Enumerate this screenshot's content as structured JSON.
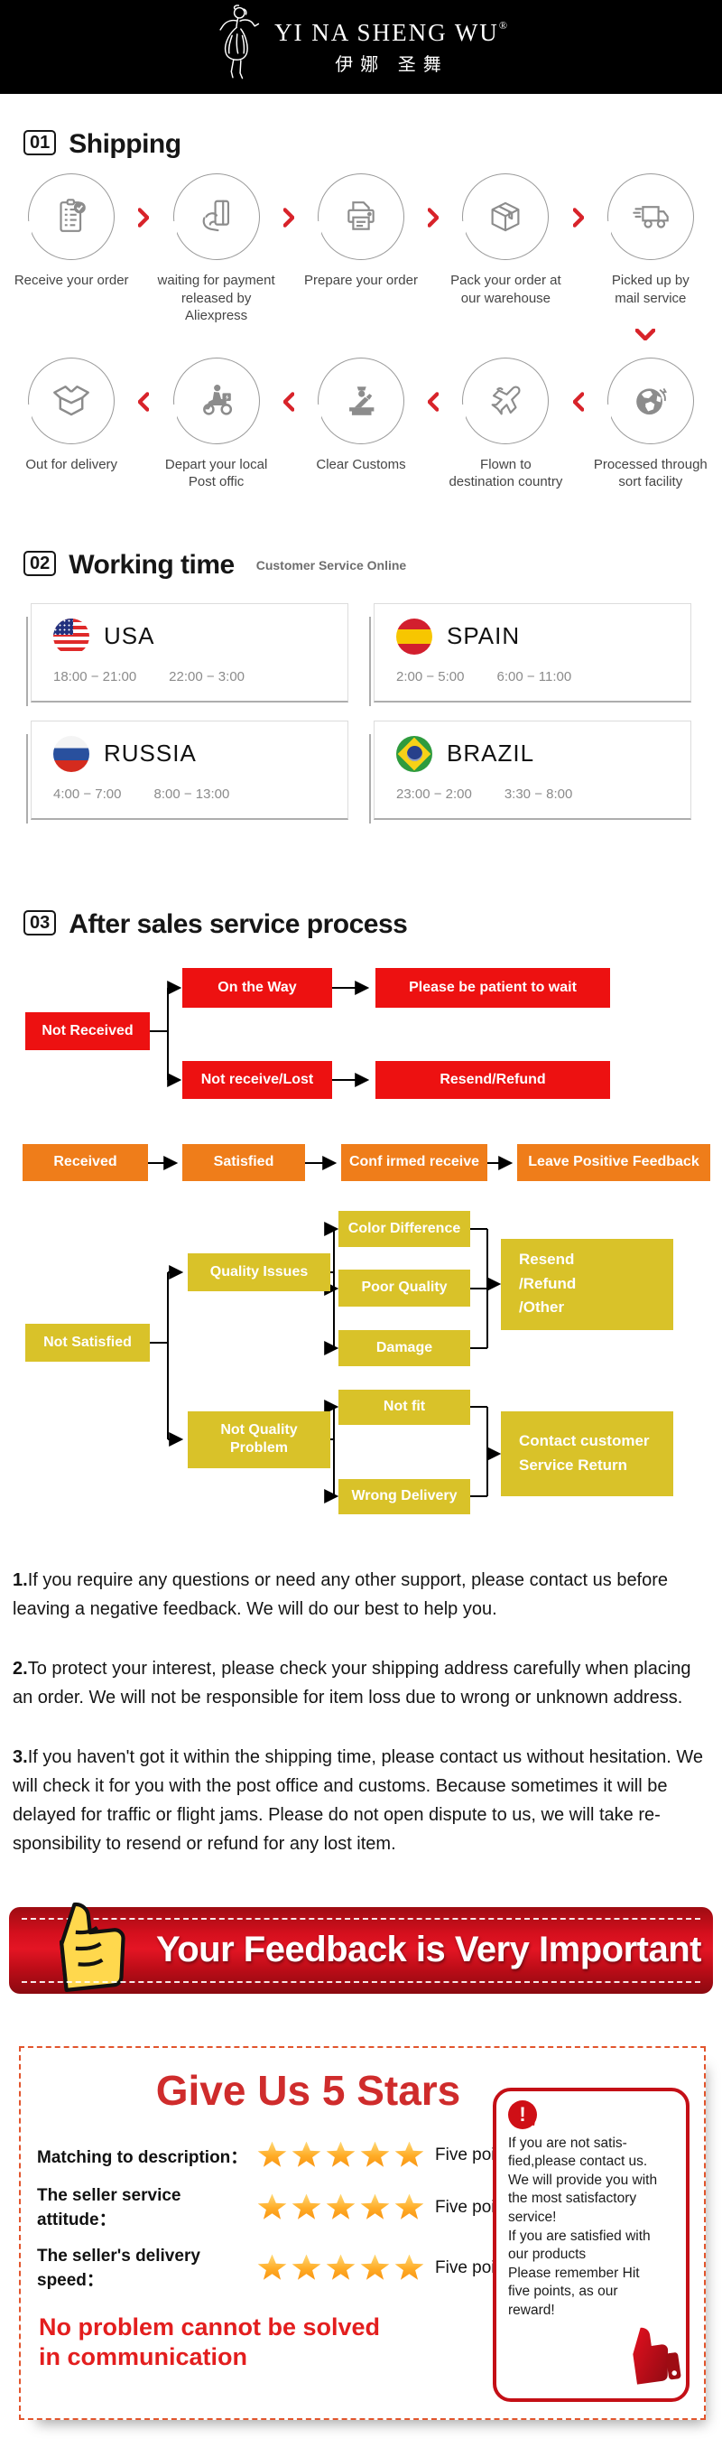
{
  "header": {
    "brand": "YI NA SHENG WU",
    "reg": "®",
    "brand_cn": "伊娜 圣舞",
    "logo": "dancer-logo"
  },
  "shipping": {
    "num": "01",
    "title": "Shipping",
    "row1": [
      {
        "icon": "order-checklist-icon",
        "label": "Receive your order"
      },
      {
        "icon": "payment-card-icon",
        "label": "waiting for payment\nreleased by Aliexpress"
      },
      {
        "icon": "printer-icon",
        "label": "Prepare your order"
      },
      {
        "icon": "package-box-icon",
        "label": "Pack your order at\nour warehouse"
      },
      {
        "icon": "delivery-truck-icon",
        "label": "Picked up by\nmail service"
      }
    ],
    "row2": [
      {
        "icon": "open-box-icon",
        "label": "Out  for delivery"
      },
      {
        "icon": "courier-scooter-icon",
        "label": "Depart your local\nPost offic"
      },
      {
        "icon": "customs-officer-icon",
        "label": "Clear Customs"
      },
      {
        "icon": "airplane-icon",
        "label": "Flown to\ndestination country"
      },
      {
        "icon": "globe-icon",
        "label": "Processed through\nsort facility"
      }
    ]
  },
  "working_time": {
    "num": "02",
    "title": "Working time",
    "subtitle": "Customer Service Online",
    "countries": [
      {
        "name": "USA",
        "flag": "usa-flag",
        "t1": "18:00 − 21:00",
        "t2": "22:00 − 3:00"
      },
      {
        "name": "SPAIN",
        "flag": "spain-flag",
        "t1": "2:00 − 5:00",
        "t2": "6:00 − 11:00"
      },
      {
        "name": "RUSSIA",
        "flag": "russia-flag",
        "t1": "4:00 − 7:00",
        "t2": "8:00 − 13:00"
      },
      {
        "name": "BRAZIL",
        "flag": "brazil-flag",
        "t1": "23:00 − 2:00",
        "t2": "3:30 − 8:00"
      }
    ]
  },
  "after_sales": {
    "num": "03",
    "title": "After sales service process",
    "red": {
      "root": "Not Received",
      "way": "On the Way",
      "wait": "Please be patient to wait",
      "lost": "Not receive/Lost",
      "resend": "Resend/Refund"
    },
    "orange": {
      "received": "Received",
      "satisfied": "Satisfied",
      "confirmed": "Conf irmed receive",
      "feedback": "Leave Positive Feedback"
    },
    "yellow": {
      "root": "Not Satisfied",
      "quality": "Quality Issues",
      "color": "Color Difference",
      "poor": "Poor Quality",
      "damage": "Damage",
      "q_result": "Resend\n/Refund\n/Other",
      "not_quality": "Not Quality\nProblem",
      "fit": "Not fit",
      "wrong": "Wrong Delivery",
      "n_result": "Contact customer\nService Return"
    }
  },
  "notes": [
    {
      "num": "1.",
      "text": "If you require any questions or need any other support, please contact us before leaving a negative feedback. We will do our best to help you."
    },
    {
      "num": "2.",
      "text": "To protect your interest, please check your shipping address carefully when placing an order. We will not be responsible for item loss due to wrong or unknown address."
    },
    {
      "num": "3.",
      "text": "If you haven't got it within the shipping time, please contact us without hesitation. We will check it for you with the post office and customs. Because sometimes it will be delayed for traffic or flight jams. Please do not open dispute to us, we will take re-sponsibility to resend or refund for any lost item."
    }
  ],
  "banner": {
    "text": "Your Feedback is Very Important",
    "icon": "thumbs-up-icon",
    "bg": "#c60d15"
  },
  "feedback": {
    "title": "Give Us 5 Stars",
    "rows": [
      {
        "label": "Matching to description：",
        "points": "Five points"
      },
      {
        "label": "The seller service attitude：",
        "points": "Five points"
      },
      {
        "label": "The seller's delivery speed：",
        "points": "Five points"
      }
    ],
    "slogan": "No problem cannot be solved\nin communication",
    "info": {
      "icon": "alert-icon",
      "alert_glyph": "!",
      "text": "If you are not satis-\nfied,please contact us.\nWe will provide you with\nthe most satisfactory\nservice!\nIf you are satisfied with\nour products\nPlease remember Hit\nfive points, as our\nreward!",
      "thumb": "red-thumbs-up-icon"
    }
  },
  "colors": {
    "flow_red": "#ed1111",
    "flow_orange": "#ef7d1a",
    "flow_yellow": "#d9c229",
    "accent_red": "#d8232a",
    "star": "#f7a21b",
    "banner_red": "#c60d15"
  }
}
